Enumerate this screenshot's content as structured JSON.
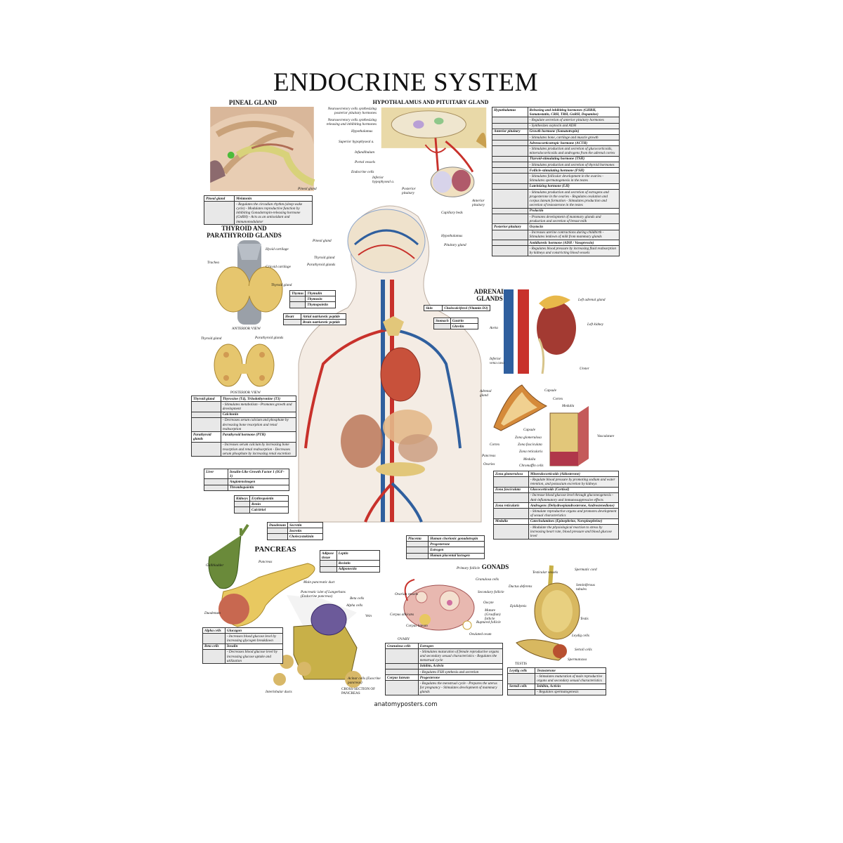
{
  "title": "ENDOCRINE SYSTEM",
  "footer": "anatomyposters.com",
  "headings": {
    "pineal": "PINEAL GLAND",
    "hypothalamus": "HYPOTHALAMUS AND PITUITARY GLAND",
    "thyroid": "THYROID AND PARATHYROID GLANDS",
    "adrenal": "ADRENAL GLANDS",
    "pancreas": "PANCREAS",
    "gonads": "GONADS",
    "anterior_view": "ANTERIOR VIEW",
    "posterior_view": "POSTERIOR VIEW",
    "ovary": "OVARY",
    "testis": "TESTIS",
    "cross_section": "CROSS-SECTION OF PANCREAS"
  },
  "labels": {
    "pineal": [
      "Pineal gland"
    ],
    "hypothalamus": [
      "Neurosecretory cells synthesizing posterior pituitary hormones",
      "Neurosecretory cells synthesizing releasing and inhibiting hormones",
      "Hypothalamus",
      "Superior hypophyseal a.",
      "Infundibulum",
      "Portal vessels",
      "Endocrine cells",
      "Inferior hypophyseal a.",
      "Posterior pituitary",
      "Capillary beds",
      "Anterior pituitary"
    ],
    "thyroid": [
      "Hyoid cartilage",
      "Trachea",
      "Cricoid cartilage",
      "Thyroid gland",
      "Thyroid gland",
      "Parathyroid glands"
    ],
    "body": [
      "Pineal gland",
      "Thyroid gland",
      "Parathyroid glands",
      "Hypothalamus",
      "Pituitary gland",
      "Adrenal gland",
      "Pancreas",
      "Ovaries"
    ],
    "adrenal": [
      "Left adrenal gland",
      "Left kidney",
      "Aorta",
      "Inferior vena cava",
      "Ureter",
      "Capsule",
      "Cortex",
      "Medulla",
      "Capsule",
      "Zona glomerulosa",
      "Zona fasciculata",
      "Zona reticularis",
      "Cortex",
      "Medulla",
      "Chromaffin cells",
      "Vasculature"
    ],
    "pancreas": [
      "Gallbladder",
      "Pancreas",
      "Main pancreatic duct",
      "Duodenum",
      "Pancreatic islet of Langerhans (Endocrine pancreas)",
      "Beta cells",
      "Alpha cells",
      "Vein",
      "Acinar cells (Exocrine pancreas)",
      "Interlobular ducts"
    ],
    "ovary": [
      "Ovarian vessels",
      "Primary follicle",
      "Granulosa cells",
      "Secondary follicle",
      "Oocyte",
      "Mature (Graafian) follicle",
      "Ruptured follicle",
      "Ovulated ovum",
      "Corpus albicans",
      "Corpus luteum"
    ],
    "testis": [
      "Spermatic cord",
      "Testicular vessels",
      "Ductus deferens",
      "Seminiferous tubules",
      "Epididymis",
      "Testis",
      "Leydig cells",
      "Sertoli cells",
      "Spermatozoa"
    ]
  },
  "tables": {
    "pineal": [
      {
        "label": "Pineal gland",
        "text": "Melatonin",
        "head": true
      },
      {
        "label": "",
        "text": "- Regulates the circadian rhythm (sleep-wake cycle) - Modulates reproductive function by inhibiting Gonadotropin-releasing hormone (GnRH) - Acts as an antioxidant and immunomodulator"
      }
    ],
    "hypothalamus": [
      {
        "label": "Hypothalamus",
        "text": "Releasing and inhibiting hormones (GHRH, Somatostatin, CRH, TRH, GnRH, Dopamine)",
        "head": true
      },
      {
        "label": "",
        "text": "- Regulate secretion of anterior pituitary hormones"
      },
      {
        "label": "",
        "text": "- Synthesizes oxytocin and ADH"
      },
      {
        "label": "Anterior pituitary",
        "text": "Growth hormone (Somatotropin)",
        "head": true
      },
      {
        "label": "",
        "text": "- Stimulates bone, cartilage and muscle growth"
      },
      {
        "label": "",
        "text": "Adrenocorticotropic hormone (ACTH)",
        "head": true
      },
      {
        "label": "",
        "text": "- Stimulates production and secretion of glucocorticoids, mineralocorticoids and androgens from the adrenal cortex"
      },
      {
        "label": "",
        "text": "Thyroid-stimulating hormone (TSH)",
        "head": true
      },
      {
        "label": "",
        "text": "- Stimulates production and secretion of thyroid hormones"
      },
      {
        "label": "",
        "text": "Follicle-stimulating hormone (FSH)",
        "head": true
      },
      {
        "label": "",
        "text": "- Stimulates follicular development in the ovaries - Stimulates spermatogenesis in the testes"
      },
      {
        "label": "",
        "text": "Luteinizing hormone (LH)",
        "head": true
      },
      {
        "label": "",
        "text": "- Stimulates production and secretion of estrogens and progesterone in the ovaries - Regulates ovulation and corpus luteum formation - Stimulates production and secretion of testosterone in the testes"
      },
      {
        "label": "",
        "text": "Prolactin",
        "head": true
      },
      {
        "label": "",
        "text": "- Promotes development of mammary glands and production and secretion of breast milk"
      },
      {
        "label": "Posterior pituitary",
        "text": "Oxytocin",
        "head": true
      },
      {
        "label": "",
        "text": "- Increases uterine contractions during childbirth - Stimulates letdown of milk from mammary glands"
      },
      {
        "label": "",
        "text": "Antidiuretic hormone (ADH / Vasopressin)",
        "head": true
      },
      {
        "label": "",
        "text": "- Regulates blood pressure by increasing fluid reabsorption by kidneys and constricting blood vessels"
      }
    ],
    "thyroid": [
      {
        "label": "Thyroid gland",
        "text": "Thyroxine (T4), Triiodothyronine (T3)",
        "head": true
      },
      {
        "label": "",
        "text": "- Stimulates metabolism - Promotes growth and development"
      },
      {
        "label": "",
        "text": "Calcitonin",
        "head": true
      },
      {
        "label": "",
        "text": "- Decreases serum calcium and phosphate by decreasing bone resorption and renal reabsorption"
      },
      {
        "label": "Parathyroid glands",
        "text": "Parathyroid hormone (PTH)",
        "head": true
      },
      {
        "label": "",
        "text": "- Increases serum calcium by increasing bone resorption and renal reabsorption - Decreases serum phosphate by increasing renal excretion"
      }
    ],
    "thymus": [
      {
        "label": "Thymus",
        "text": "Thymulin",
        "head": true
      },
      {
        "label": "",
        "text": "Thymosin",
        "head": true
      },
      {
        "label": "",
        "text": "Thymopoietin",
        "head": true
      }
    ],
    "heart": [
      {
        "label": "Heart",
        "text": "Atrial natriuretic peptide",
        "head": true
      },
      {
        "label": "",
        "text": "Brain natriuretic peptide",
        "head": true
      }
    ],
    "skin": [
      {
        "label": "Skin",
        "text": "Cholecalciferol (Vitamin D3)",
        "head": true
      }
    ],
    "stomach": [
      {
        "label": "Stomach",
        "text": "Gastrin",
        "head": true
      },
      {
        "label": "",
        "text": "Ghrelin",
        "head": true
      }
    ],
    "liver": [
      {
        "label": "Liver",
        "text": "Insulin-Like Growth Factor 1 (IGF-1)",
        "head": true
      },
      {
        "label": "",
        "text": "Angiotensinogen",
        "head": true
      },
      {
        "label": "",
        "text": "Thrombopoietin",
        "head": true
      }
    ],
    "kidneys": [
      {
        "label": "Kidneys",
        "text": "Erythropoietin",
        "head": true
      },
      {
        "label": "",
        "text": "Renin",
        "head": true
      },
      {
        "label": "",
        "text": "Calcitriol",
        "head": true
      }
    ],
    "duodenum": [
      {
        "label": "Duodenum",
        "text": "Secretin",
        "head": true
      },
      {
        "label": "",
        "text": "Incretin",
        "head": true
      },
      {
        "label": "",
        "text": "Cholecystokinin",
        "head": true
      }
    ],
    "adipose": [
      {
        "label": "Adipose tissue",
        "text": "Leptin",
        "head": true
      },
      {
        "label": "",
        "text": "Resistin",
        "head": true
      },
      {
        "label": "",
        "text": "Adiponectin",
        "head": true
      }
    ],
    "placenta": [
      {
        "label": "Placenta",
        "text": "Human chorionic gonadotropin",
        "head": true
      },
      {
        "label": "",
        "text": "Progesterone",
        "head": true
      },
      {
        "label": "",
        "text": "Estrogen",
        "head": true
      },
      {
        "label": "",
        "text": "Human placental lactogen",
        "head": true
      }
    ],
    "adrenal": [
      {
        "label": "Zona glomerulosa",
        "text": "Mineralocorticoids (Aldosterone)",
        "head": true
      },
      {
        "label": "",
        "text": "- Regulate blood pressure by promoting sodium and water retention, and potassium excretion by kidneys"
      },
      {
        "label": "Zona fasciculata",
        "text": "Glucocorticoids (Cortisol)",
        "head": true
      },
      {
        "label": "",
        "text": "- Increase blood glucose level through gluconeogenesis - Anti-inflammatory and immunosuppressive effects"
      },
      {
        "label": "Zona reticularis",
        "text": "Androgens (Dehydroepiandrosterone, Androstenedione)",
        "head": true
      },
      {
        "label": "",
        "text": "- Stimulate reproductive organs and promotes development of sexual characteristics"
      },
      {
        "label": "Medulla",
        "text": "Catecholamines (Epinephrine, Norepinephrine)",
        "head": true
      },
      {
        "label": "",
        "text": "- Modulate the physiological reaction to stress by increasing heart rate, blood pressure and blood glucose level"
      }
    ],
    "pancreas": [
      {
        "label": "Alpha cells",
        "text": "Glucagon",
        "head": true
      },
      {
        "label": "",
        "text": "- Increases blood glucose level by increasing glycogen breakdown"
      },
      {
        "label": "Beta cells",
        "text": "Insulin",
        "head": true
      },
      {
        "label": "",
        "text": "- Decreases blood glucose level by increasing glucose uptake and utilization"
      }
    ],
    "ovary": [
      {
        "label": "Granulosa cells",
        "text": "Estrogen",
        "head": true
      },
      {
        "label": "",
        "text": "- Stimulates maturation of female reproductive organs and secondary sexual characteristics - Regulates the menstrual cycle"
      },
      {
        "label": "",
        "text": "Inhibin, Activin",
        "head": true
      },
      {
        "label": "",
        "text": "- Regulates FSH synthesis and secretion"
      },
      {
        "label": "Corpus luteum",
        "text": "Progesterone",
        "head": true
      },
      {
        "label": "",
        "text": "- Regulates the menstrual cycle - Prepares the uterus for pregnancy - Stimulates development of mammary glands"
      }
    ],
    "testis": [
      {
        "label": "Leydig cells",
        "text": "Testosterone",
        "head": true
      },
      {
        "label": "",
        "text": "- Stimulates maturation of male reproductive organs and secondary sexual characteristics"
      },
      {
        "label": "Sertoli cells",
        "text": "Inhibin, Activin",
        "head": true
      },
      {
        "label": "",
        "text": "- Regulates spermatogenesis"
      }
    ]
  },
  "colors": {
    "artery": "#c8312b",
    "vein": "#2f5f9e",
    "gland": "#e2c77a",
    "skin": "#f4ece4",
    "table_fill": "#eeeeee"
  }
}
